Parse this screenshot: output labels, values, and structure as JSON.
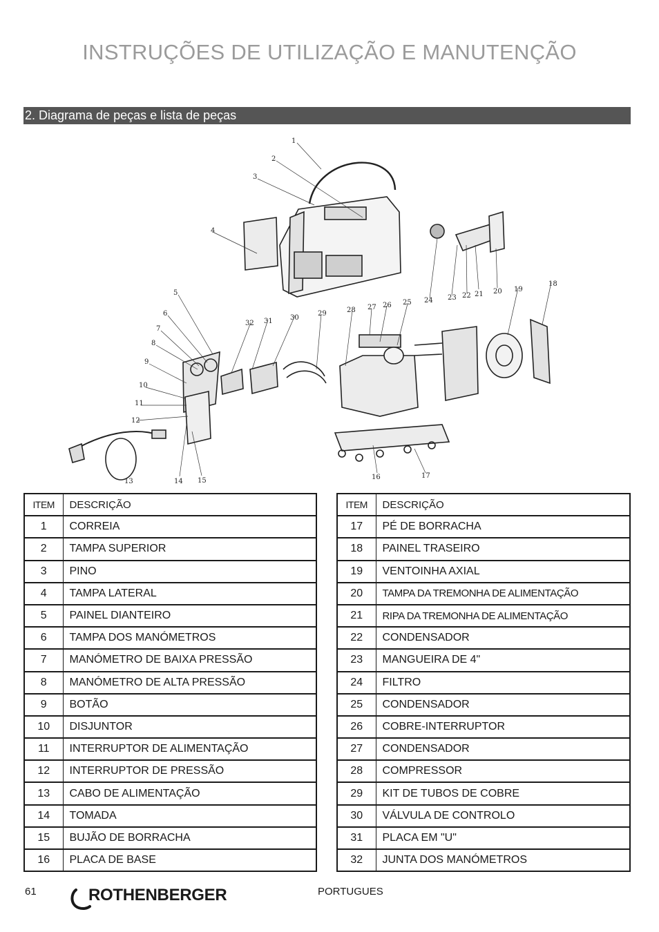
{
  "header": {
    "title": "INSTRUÇÕES DE UTILIZAÇÃO E MANUTENÇÃO",
    "section": "2. Diagrama de peças e lista de peças"
  },
  "diagram": {
    "callouts": [
      "1",
      "2",
      "3",
      "4",
      "5",
      "6",
      "7",
      "8",
      "9",
      "10",
      "11",
      "12",
      "13",
      "14",
      "15",
      "16",
      "17",
      "18",
      "19",
      "20",
      "21",
      "22",
      "23",
      "24",
      "25",
      "26",
      "27",
      "28",
      "29",
      "30",
      "31",
      "32"
    ]
  },
  "table": {
    "col_item": "ITEM",
    "col_desc": "DESCRIÇÃO",
    "left_rows": [
      {
        "item": "1",
        "desc": "CORREIA"
      },
      {
        "item": "2",
        "desc": "TAMPA SUPERIOR"
      },
      {
        "item": "3",
        "desc": "PINO"
      },
      {
        "item": "4",
        "desc": "TAMPA LATERAL"
      },
      {
        "item": "5",
        "desc": "PAINEL DIANTEIRO"
      },
      {
        "item": "6",
        "desc": "TAMPA DOS MANÓMETROS"
      },
      {
        "item": "7",
        "desc": "MANÓMETRO DE BAIXA PRESSÃO"
      },
      {
        "item": "8",
        "desc": "MANÓMETRO DE ALTA PRESSÃO"
      },
      {
        "item": "9",
        "desc": "BOTÃO"
      },
      {
        "item": "10",
        "desc": "DISJUNTOR"
      },
      {
        "item": "11",
        "desc": "INTERRUPTOR DE ALIMENTAÇÃO"
      },
      {
        "item": "12",
        "desc": "INTERRUPTOR DE PRESSÃO"
      },
      {
        "item": "13",
        "desc": "CABO DE ALIMENTAÇÃO"
      },
      {
        "item": "14",
        "desc": "TOMADA"
      },
      {
        "item": "15",
        "desc": "BUJÃO DE BORRACHA"
      },
      {
        "item": "16",
        "desc": "PLACA DE BASE"
      }
    ],
    "right_rows": [
      {
        "item": "17",
        "desc": "PÉ DE BORRACHA"
      },
      {
        "item": "18",
        "desc": "PAINEL TRASEIRO"
      },
      {
        "item": "19",
        "desc": "VENTOINHA AXIAL"
      },
      {
        "item": "20",
        "desc": "TAMPA DA TREMONHA DE ALIMENTAÇÃO"
      },
      {
        "item": "21",
        "desc": "RIPA DA TREMONHA DE ALIMENTAÇÃO"
      },
      {
        "item": "22",
        "desc": "CONDENSADOR"
      },
      {
        "item": "23",
        "desc": "MANGUEIRA DE 4\""
      },
      {
        "item": "24",
        "desc": "FILTRO"
      },
      {
        "item": "25",
        "desc": "CONDENSADOR"
      },
      {
        "item": "26",
        "desc": "COBRE-INTERRUPTOR"
      },
      {
        "item": "27",
        "desc": "CONDENSADOR"
      },
      {
        "item": "28",
        "desc": "COMPRESSOR"
      },
      {
        "item": "29",
        "desc": "KIT DE TUBOS DE COBRE"
      },
      {
        "item": "30",
        "desc": "VÁLVULA DE CONTROLO"
      },
      {
        "item": "31",
        "desc": "PLACA EM \"U\""
      },
      {
        "item": "32",
        "desc": "JUNTA DOS MANÓMETROS"
      }
    ]
  },
  "footer": {
    "page_number": "61",
    "brand": "ROTHENBERGER",
    "language": "PORTUGUES"
  }
}
